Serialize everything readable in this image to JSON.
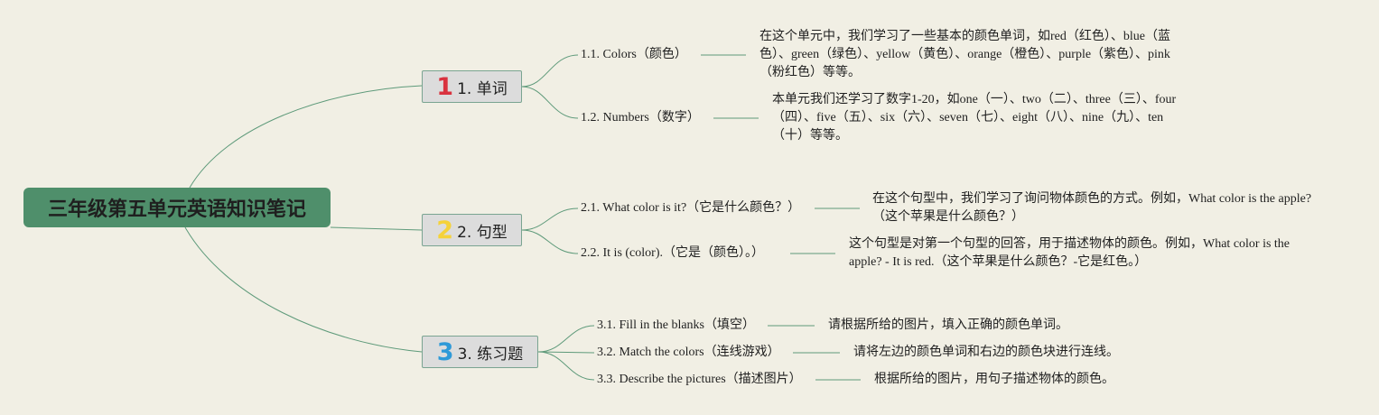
{
  "root": {
    "label": "三年级第五单元英语知识笔记",
    "color": "#4f8f6b"
  },
  "line_color": "#5e9a7a",
  "topics": [
    {
      "number": "1",
      "number_color": "#d9333f",
      "label": "1. 单词",
      "children": [
        {
          "label": "1.1. Colors（颜色）",
          "note": [
            "在这个单元中，我们学习了一些基本的颜色单词，如red（红色）、blue（蓝",
            "色）、green（绿色）、yellow（黄色）、orange（橙色）、purple（紫色）、pink",
            "（粉红色）等等。"
          ]
        },
        {
          "label": "1.2. Numbers（数字）",
          "note": [
            "本单元我们还学习了数字1-20，如one（一）、two（二）、three（三）、four",
            "（四）、five（五）、six（六）、seven（七）、eight（八）、nine（九）、ten",
            "（十）等等。"
          ]
        }
      ]
    },
    {
      "number": "2",
      "number_color": "#f5d23a",
      "label": "2. 句型",
      "children": [
        {
          "label": "2.1. What color is it?（它是什么颜色？）",
          "note": [
            "在这个句型中，我们学习了询问物体颜色的方式。例如，What color is the apple?",
            "（这个苹果是什么颜色？）"
          ]
        },
        {
          "label": "2.2. It is (color).（它是（颜色）。）",
          "note": [
            "这个句型是对第一个句型的回答，用于描述物体的颜色。例如，What color is the",
            "apple? - It is red.（这个苹果是什么颜色？-它是红色。）"
          ]
        }
      ]
    },
    {
      "number": "3",
      "number_color": "#2f9ad8",
      "label": "3. 练习题",
      "children": [
        {
          "label": "3.1. Fill in the blanks（填空）",
          "note": [
            "请根据所给的图片，填入正确的颜色单词。"
          ]
        },
        {
          "label": "3.2. Match the colors（连线游戏）",
          "note": [
            "请将左边的颜色单词和右边的颜色块进行连线。"
          ]
        },
        {
          "label": "3.3. Describe the pictures（描述图片）",
          "note": [
            "根据所给的图片，用句子描述物体的颜色。"
          ]
        }
      ]
    }
  ]
}
